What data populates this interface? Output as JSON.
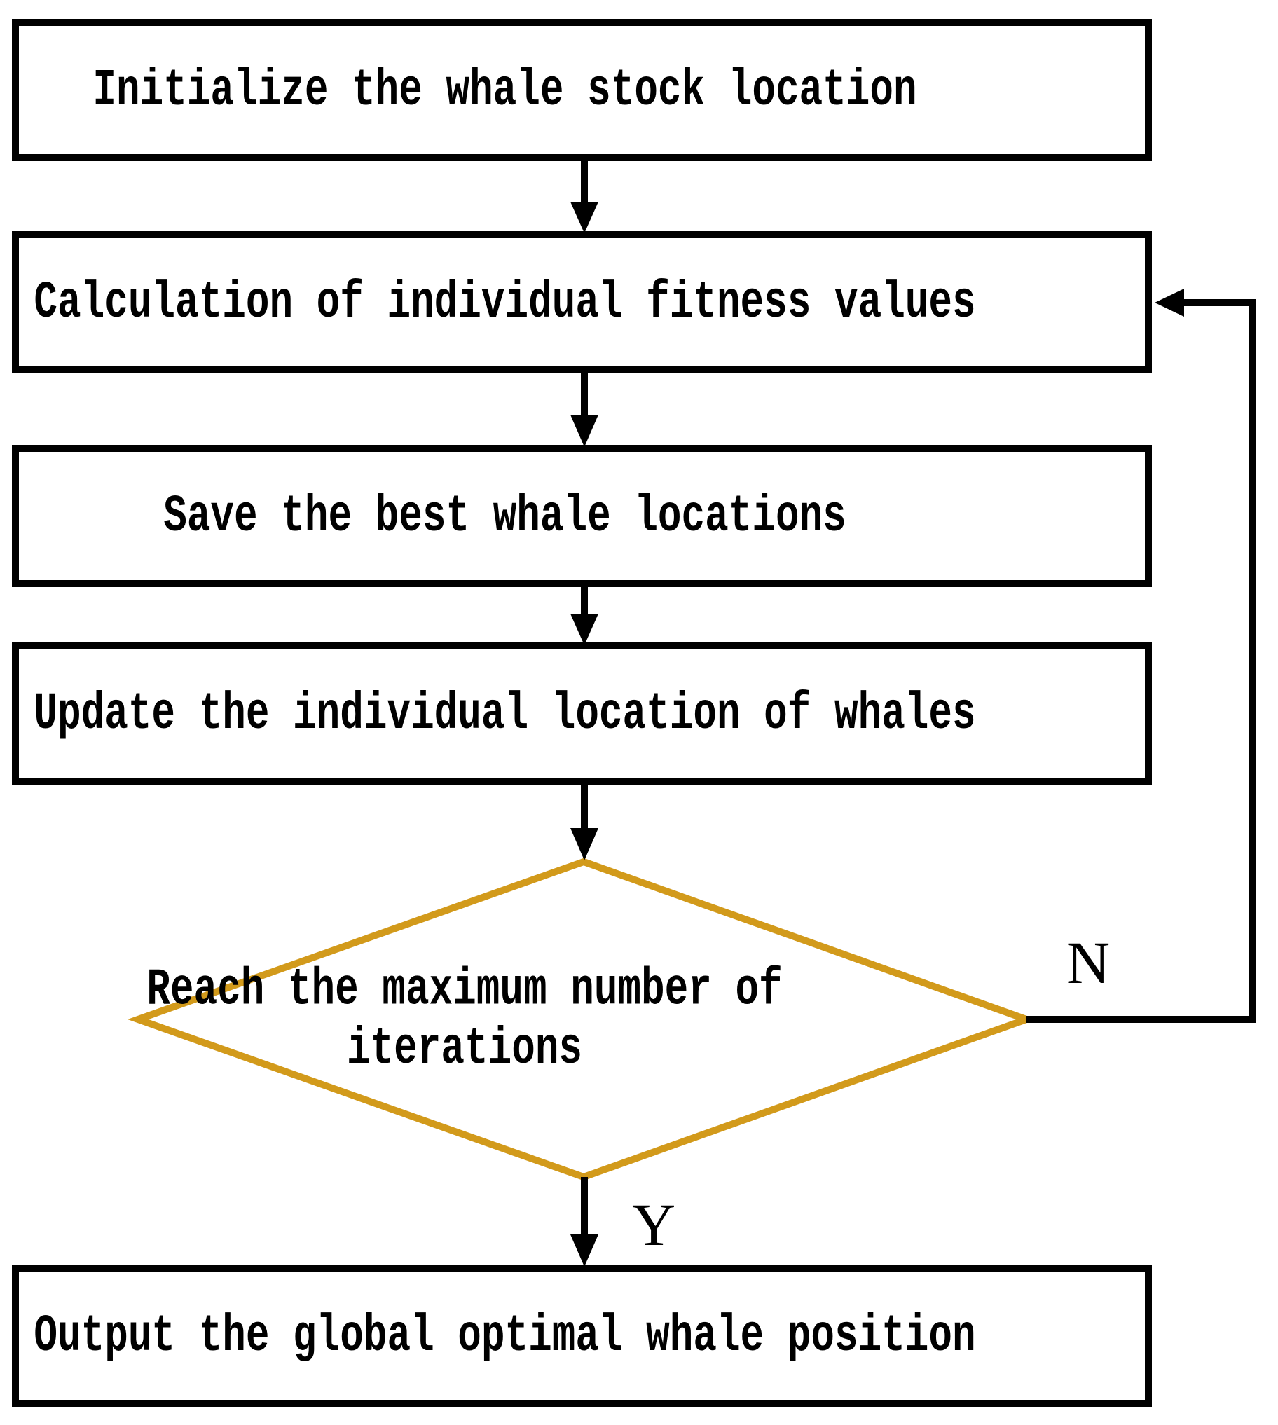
{
  "flowchart": {
    "steps": [
      {
        "id": "initialize",
        "label": "Initialize the whale stock location"
      },
      {
        "id": "fitness",
        "label": "Calculation of individual fitness values"
      },
      {
        "id": "save-best",
        "label": "Save the best whale locations"
      },
      {
        "id": "update-location",
        "label": "Update the individual location of whales"
      },
      {
        "id": "output",
        "label": "Output the global optimal whale position"
      }
    ],
    "decision": {
      "label": "Reach the maximum number of iterations",
      "yes_label": "Y",
      "no_label": "N"
    },
    "colors": {
      "box_border": "#000000",
      "decision_border": "#D29A1B",
      "text": "#000000",
      "background": "#FFFFFF"
    }
  }
}
